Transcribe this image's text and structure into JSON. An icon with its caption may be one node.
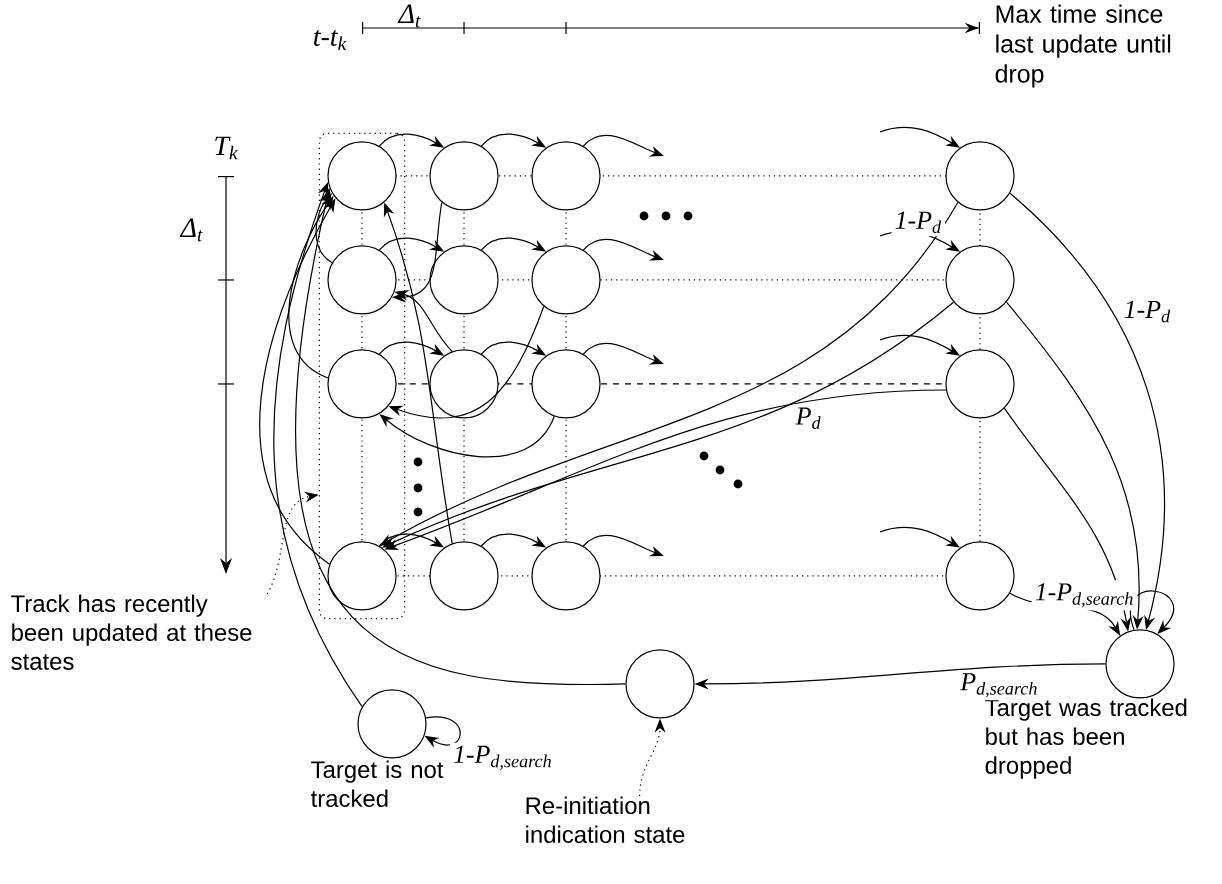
{
  "diagram": {
    "nodes": [
      {
        "text": [],
        "shape": "box"
      },
      {
        "text": [],
        "shape": "circle",
        "in": 0
      },
      {
        "text": [],
        "shape": "circle"
      },
      {
        "text": [],
        "shape": "circle"
      },
      {
        "text": [],
        "shape": "circle"
      },
      {
        "text": [],
        "shape": "circle",
        "in": 0
      },
      {
        "text": [],
        "shape": "circle"
      },
      {
        "text": [],
        "shape": "circle"
      },
      {
        "text": [],
        "shape": "circle"
      },
      {
        "text": [],
        "shape": "circle",
        "in": 0
      },
      {
        "text": [],
        "shape": "circle"
      },
      {
        "text": [],
        "shape": "circle"
      },
      {
        "text": [],
        "shape": "circle"
      },
      {
        "text": [],
        "shape": "circle",
        "in": 0
      },
      {
        "text": [],
        "shape": "circle"
      },
      {
        "text": [],
        "shape": "circle"
      },
      {
        "text": [],
        "shape": "circle"
      },
      {
        "text": [],
        "shape": "circle",
        "beside": [
          "Target was tracked but has been dropped"
        ]
      },
      {
        "text": [],
        "shape": "circle"
      },
      {
        "text": [],
        "shape": "circle",
        "beside": [
          "Target is not tracked"
        ]
      },
      {
        "text": [
          "Track has recently been updated at these states"
        ]
      },
      {
        "text": [
          "Re-initiation indication state"
        ]
      }
    ],
    "edges": [
      {
        "from": 1,
        "to": 2,
        "arrow": "to"
      },
      {
        "from": 2,
        "to": 3,
        "arrow": "to"
      },
      {
        "from": 3,
        "to": null,
        "arrow": "to"
      },
      {
        "from": null,
        "to": 4,
        "arrow": "to"
      },
      {
        "from": 5,
        "to": 6,
        "arrow": "to"
      },
      {
        "from": 6,
        "to": 7,
        "arrow": "to"
      },
      {
        "from": 7,
        "to": null,
        "arrow": "to"
      },
      {
        "from": null,
        "to": 8,
        "arrow": "to"
      },
      {
        "from": 9,
        "to": 10,
        "arrow": "to"
      },
      {
        "from": 10,
        "to": 11,
        "arrow": "to"
      },
      {
        "from": 11,
        "to": null,
        "arrow": "to"
      },
      {
        "from": null,
        "to": 12,
        "arrow": "to"
      },
      {
        "from": 13,
        "to": 14,
        "arrow": "to"
      },
      {
        "from": 14,
        "to": 15,
        "arrow": "to"
      },
      {
        "from": 15,
        "to": null,
        "arrow": "to"
      },
      {
        "from": null,
        "to": 16,
        "arrow": "to"
      },
      {
        "from": 2,
        "to": 5,
        "arrow": "to"
      },
      {
        "from": 10,
        "to": 5,
        "arrow": "to"
      },
      {
        "from": 7,
        "to": 9,
        "arrow": "to"
      },
      {
        "from": 11,
        "to": 9,
        "arrow": "to"
      },
      {
        "from": 4,
        "to": 13,
        "arrow": "to",
        "label": "1-P$_{d}$"
      },
      {
        "from": 8,
        "to": 13,
        "arrow": "to"
      },
      {
        "from": 12,
        "to": 13,
        "arrow": "to",
        "label": "P$_{d}$"
      },
      {
        "from": 5,
        "to": 1,
        "arrow": "to"
      },
      {
        "from": 9,
        "to": 1,
        "arrow": "to"
      },
      {
        "from": 13,
        "to": 1,
        "arrow": "to"
      },
      {
        "from": 14,
        "to": 1,
        "arrow": "to"
      },
      {
        "from": 4,
        "to": 17,
        "arrow": "to",
        "label": "1-P$_{d}$"
      },
      {
        "from": 8,
        "to": 17,
        "arrow": "to"
      },
      {
        "from": 12,
        "to": 17,
        "arrow": "to"
      },
      {
        "from": 16,
        "to": 17,
        "arrow": "to"
      },
      {
        "from": 17,
        "to": 17,
        "arrow": "to",
        "label": "1-P$_{d,search}$"
      },
      {
        "from": 17,
        "to": 18,
        "arrow": "to",
        "label": "P$_{d,search}$"
      },
      {
        "from": 18,
        "to": 1,
        "arrow": "to"
      },
      {
        "from": 19,
        "to": 1,
        "arrow": "to"
      },
      {
        "from": 19,
        "to": 19,
        "arrow": "to",
        "label": "1-P$_{d,search}$"
      },
      {
        "from": 20,
        "to": 0,
        "arrow": "to",
        "style": "dashed"
      },
      {
        "from": 21,
        "to": 18,
        "arrow": "to",
        "style": "dashed"
      }
    ],
    "labels": [
      "t-t$_{k}$",
      "Δ$_{t}$",
      "Max time since last update until drop",
      "T$_{k}$",
      "Δ$_{t}$"
    ]
  }
}
